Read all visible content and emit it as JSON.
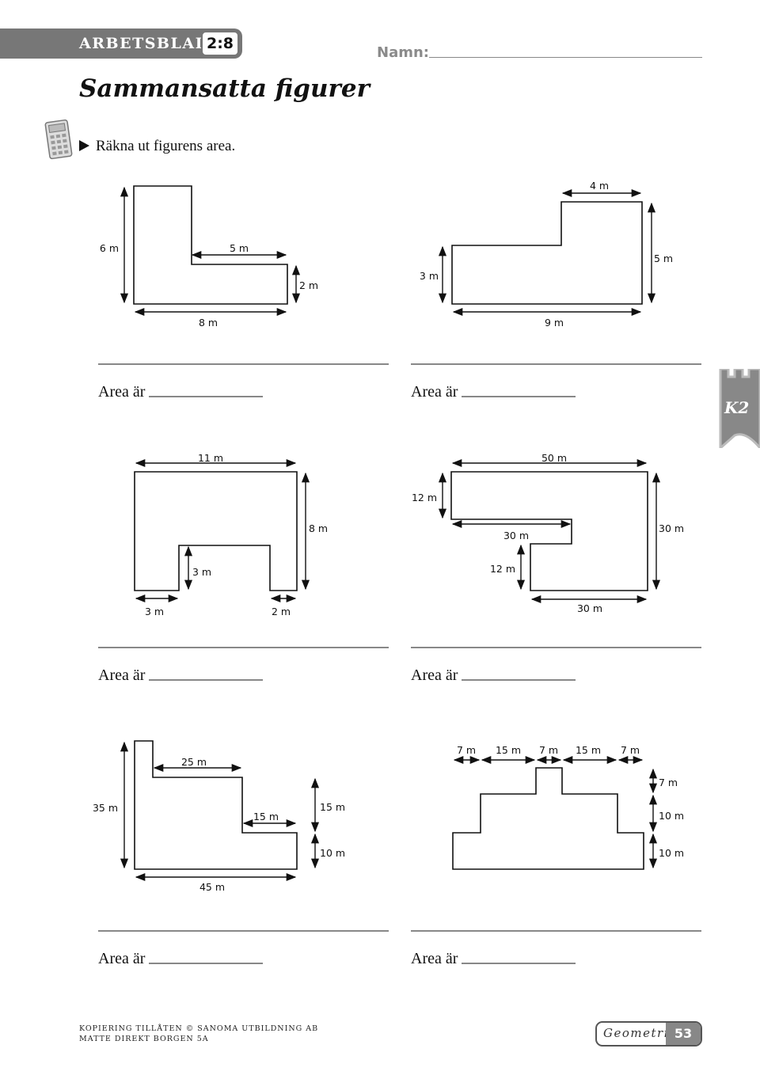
{
  "header": {
    "label": "ARBETSBLAD",
    "number": "2:8",
    "name_label": "Namn:"
  },
  "title": "Sammansatta figurer",
  "instruction": "Räkna ut figurens area.",
  "area_label": "Area är",
  "side_tab": "K2",
  "icons": {
    "calculator": "calculator-icon",
    "bullet": "triangle-bullet-icon",
    "tab": "castle-tab-icon"
  },
  "figures": [
    {
      "id": "fig1",
      "dims": [
        "6 m",
        "5 m",
        "2 m",
        "8 m"
      ]
    },
    {
      "id": "fig2",
      "dims": [
        "4 m",
        "5 m",
        "3 m",
        "9 m"
      ]
    },
    {
      "id": "fig3",
      "dims": [
        "11 m",
        "8 m",
        "3 m",
        "3 m",
        "2 m"
      ]
    },
    {
      "id": "fig4",
      "dims": [
        "50 m",
        "12 m",
        "30 m",
        "30 m",
        "12 m",
        "30 m"
      ]
    },
    {
      "id": "fig5",
      "dims": [
        "25 m",
        "35 m",
        "15 m",
        "15 m",
        "10 m",
        "45 m"
      ]
    },
    {
      "id": "fig6",
      "dims": [
        "7 m",
        "15 m",
        "7 m",
        "15 m",
        "7 m",
        "7 m",
        "10 m",
        "10 m"
      ]
    }
  ],
  "footer": {
    "line1": "KOPIERING TILLÅTEN © SANOMA UTBILDNING AB",
    "line2": "MATTE DIREKT BORGEN 5A",
    "subject": "Geometri",
    "page": "53"
  }
}
